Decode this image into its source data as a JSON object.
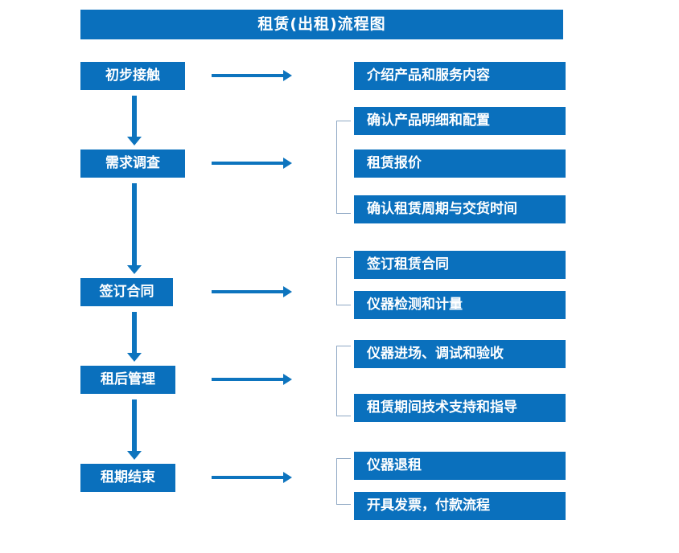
{
  "diagram": {
    "title": "租赁(出租)流程图",
    "accent_color": "#0a70bd",
    "arrow_color": "#0d74be",
    "bracket_color": "#8fa8c4",
    "text_color": "#ffffff",
    "background_color": "#ffffff"
  },
  "stages": [
    {
      "label": "初步接触"
    },
    {
      "label": "需求调查"
    },
    {
      "label": "签订合同"
    },
    {
      "label": "租后管理"
    },
    {
      "label": "租期结束"
    }
  ],
  "details": [
    {
      "label": "介绍产品和服务内容"
    },
    {
      "label": "确认产品明细和配置"
    },
    {
      "label": "租赁报价"
    },
    {
      "label": "确认租赁周期与交货时间"
    },
    {
      "label": "签订租赁合同"
    },
    {
      "label": "仪器检测和计量"
    },
    {
      "label": "仪器进场、调试和验收"
    },
    {
      "label": "租赁期间技术支持和指导"
    },
    {
      "label": "仪器退租"
    },
    {
      "label": "开具发票，付款流程"
    }
  ],
  "connectors": {
    "horizontal_arrow_count": 5,
    "vertical_arrow_count": 4,
    "bracket_count": 4
  }
}
